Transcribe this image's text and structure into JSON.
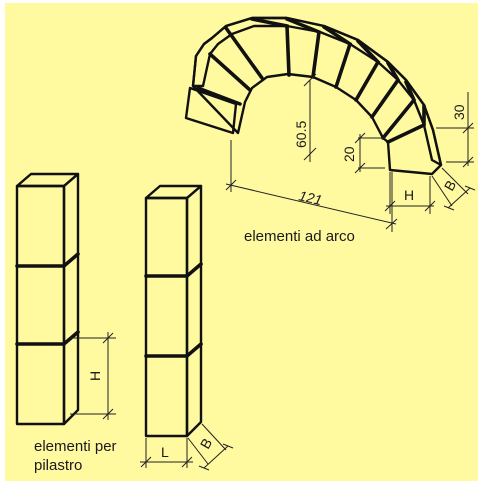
{
  "colors": {
    "background": "#FFF9A0",
    "block_face": "#FFF9A0",
    "block_side": "#F1E686",
    "line": "#111111",
    "frame": "#ffffff"
  },
  "arch": {
    "label": "elementi ad arco",
    "span": "121",
    "rise": "60.5",
    "height_a": "20",
    "height_b": "30",
    "width_h": "H",
    "depth_b": "B"
  },
  "pillar": {
    "label_line1": "elementi per",
    "label_line2": "pilastro",
    "dim_h": "H",
    "dim_l": "L",
    "dim_b": "B"
  }
}
